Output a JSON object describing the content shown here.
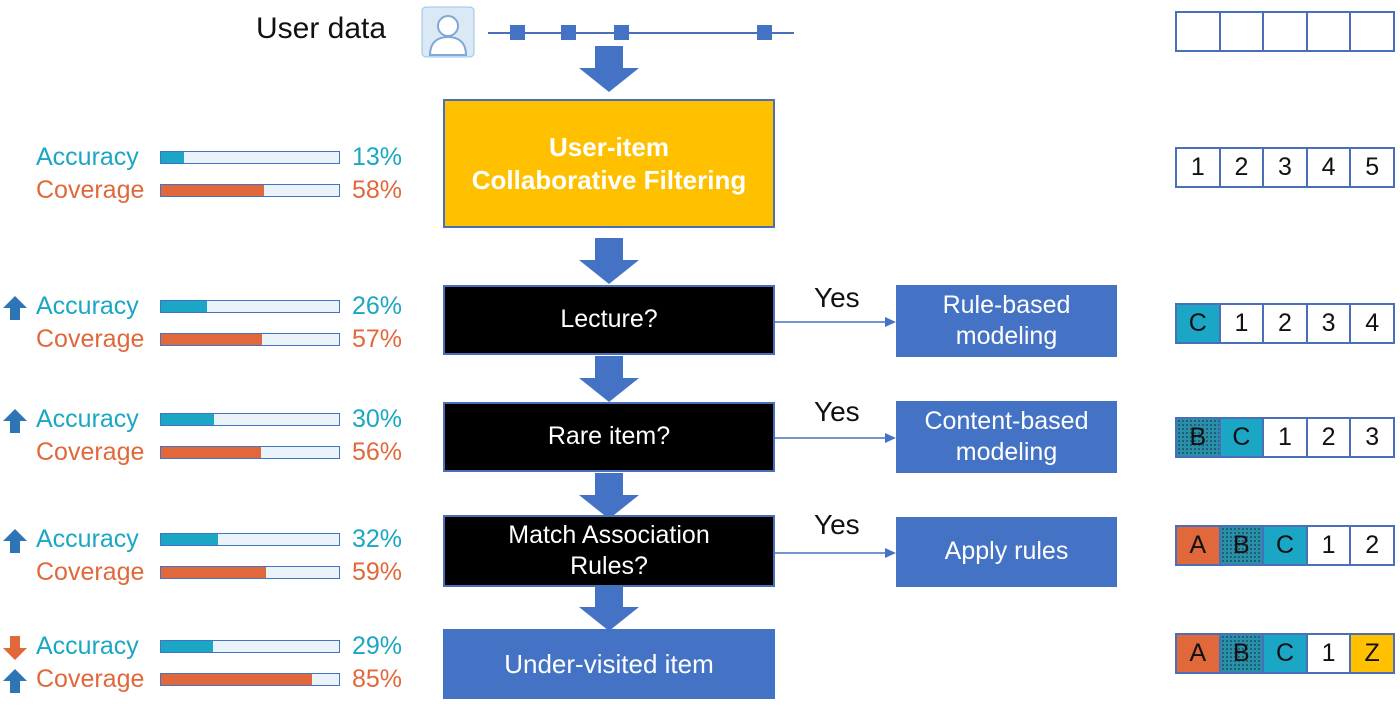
{
  "top": {
    "user_label": "User data"
  },
  "main_box": {
    "line1": "User-item",
    "line2": "Collaborative Filtering"
  },
  "decisions": [
    {
      "line1": "Lecture?",
      "line2": "",
      "yes": "Yes",
      "target_line1": "Rule-based",
      "target_line2": "modeling"
    },
    {
      "line1": "Rare item?",
      "line2": "",
      "yes": "Yes",
      "target_line1": "Content-based",
      "target_line2": "modeling"
    },
    {
      "line1": "Match Association",
      "line2": "Rules?",
      "yes": "Yes",
      "target_line1": "Apply rules",
      "target_line2": ""
    }
  ],
  "final_box": {
    "label": "Under-visited item"
  },
  "metrics": [
    {
      "accuracy_label": "Accuracy",
      "accuracy": 13,
      "accuracy_text": "13%",
      "accuracy_trend": "none",
      "coverage_label": "Coverage",
      "coverage": 58,
      "coverage_text": "58%",
      "coverage_trend": "none"
    },
    {
      "accuracy_label": "Accuracy",
      "accuracy": 26,
      "accuracy_text": "26%",
      "accuracy_trend": "up",
      "coverage_label": "Coverage",
      "coverage": 57,
      "coverage_text": "57%",
      "coverage_trend": "none"
    },
    {
      "accuracy_label": "Accuracy",
      "accuracy": 30,
      "accuracy_text": "30%",
      "accuracy_trend": "up",
      "coverage_label": "Coverage",
      "coverage": 56,
      "coverage_text": "56%",
      "coverage_trend": "none"
    },
    {
      "accuracy_label": "Accuracy",
      "accuracy": 32,
      "accuracy_text": "32%",
      "accuracy_trend": "up",
      "coverage_label": "Coverage",
      "coverage": 59,
      "coverage_text": "59%",
      "coverage_trend": "none"
    },
    {
      "accuracy_label": "Accuracy",
      "accuracy": 29,
      "accuracy_text": "29%",
      "accuracy_trend": "down",
      "coverage_label": "Coverage",
      "coverage": 85,
      "coverage_text": "85%",
      "coverage_trend": "up"
    }
  ],
  "lists": [
    [
      "",
      "",
      "",
      "",
      ""
    ],
    [
      "1",
      "2",
      "3",
      "4",
      "5"
    ],
    [
      "C",
      "1",
      "2",
      "3",
      "4"
    ],
    [
      "B",
      "C",
      "1",
      "2",
      "3"
    ],
    [
      "A",
      "B",
      "C",
      "1",
      "2"
    ],
    [
      "A",
      "B",
      "C",
      "1",
      "Z"
    ]
  ],
  "colors": {
    "accuracy": "#1aa6c4",
    "coverage": "#e0683a",
    "highlight_box": "#ffc000",
    "decision_box": "#000000",
    "action_box": "#4472c4",
    "trend_up": "#2e75b6",
    "trend_down": "#e0683a"
  },
  "icons": {
    "avatar": "user-avatar-icon",
    "flow_arrow": "down-arrow-icon",
    "trend": "trend-arrow-icon"
  }
}
